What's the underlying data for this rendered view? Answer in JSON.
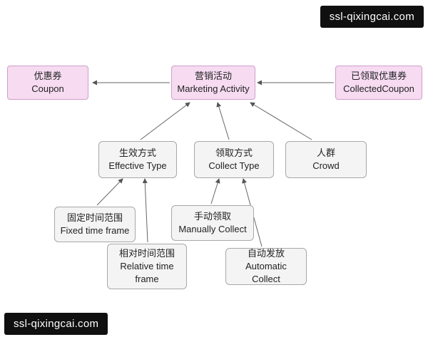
{
  "watermark": {
    "text": "ssl-qixingcai.com"
  },
  "diagram": {
    "title": "Marketing Activity coupon model diagram",
    "colors": {
      "pink_fill": "#f6dbf1",
      "pink_border": "#cf9fcb",
      "gray_fill": "#f4f4f4",
      "gray_border": "#a8a8a8",
      "arrow": "#555555",
      "watermark_bg": "#101010",
      "watermark_text": "#ffffff"
    },
    "nodes": [
      {
        "id": "coupon",
        "zh": "优惠券",
        "en": "Coupon",
        "style": "pink"
      },
      {
        "id": "marketing-activity",
        "zh": "营销活动",
        "en": "Marketing Activity",
        "style": "pink"
      },
      {
        "id": "collected-coupon",
        "zh": "已领取优惠券",
        "en": "CollectedCoupon",
        "style": "pink"
      },
      {
        "id": "effective-type",
        "zh": "生效方式",
        "en": "Effective Type",
        "style": "gray"
      },
      {
        "id": "collect-type",
        "zh": "领取方式",
        "en": "Collect Type",
        "style": "gray"
      },
      {
        "id": "crowd",
        "zh": "人群",
        "en": "Crowd",
        "style": "gray"
      },
      {
        "id": "fixed-time-frame",
        "zh": "固定时间范围",
        "en": "Fixed time frame",
        "style": "gray"
      },
      {
        "id": "relative-time-frame",
        "zh": "相对时间范围",
        "en": "Relative time frame",
        "style": "gray"
      },
      {
        "id": "manually-collect",
        "zh": "手动领取",
        "en": "Manually Collect",
        "style": "gray"
      },
      {
        "id": "automatic-collect",
        "zh": "自动发放",
        "en": "Automatic Collect",
        "style": "gray"
      }
    ],
    "edges": [
      {
        "from": "marketing-activity",
        "to": "coupon"
      },
      {
        "from": "collected-coupon",
        "to": "marketing-activity"
      },
      {
        "from": "effective-type",
        "to": "marketing-activity"
      },
      {
        "from": "collect-type",
        "to": "marketing-activity"
      },
      {
        "from": "crowd",
        "to": "marketing-activity"
      },
      {
        "from": "fixed-time-frame",
        "to": "effective-type"
      },
      {
        "from": "relative-time-frame",
        "to": "effective-type"
      },
      {
        "from": "manually-collect",
        "to": "collect-type"
      },
      {
        "from": "automatic-collect",
        "to": "collect-type"
      }
    ]
  }
}
